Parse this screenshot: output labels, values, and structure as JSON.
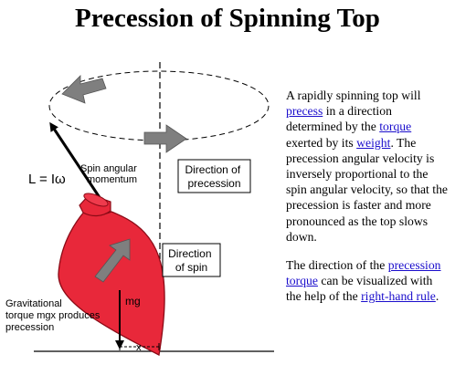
{
  "title": "Precession of Spinning Top",
  "diagram": {
    "angular_momentum_eq": "L = Iω",
    "spin_momentum_label": [
      "Spin angular",
      "momentum"
    ],
    "precession_box": [
      "Direction of",
      "precession"
    ],
    "spin_box": [
      "Direction",
      "of spin"
    ],
    "mg_label": "mg",
    "x_label": "x",
    "torque_label": [
      "Gravitational",
      "torque mgx produces",
      "precession"
    ],
    "colors": {
      "top": "#e8283a",
      "top_stroke": "#8a0a16",
      "arrow": "#7f7f7f",
      "axis": "#000000"
    }
  },
  "description": {
    "p1_before_precess": "A rapidly spinning top will ",
    "link_precess": "precess",
    "p1_mid1": " in a direction determined by the ",
    "link_torque": "torque",
    "p1_mid2": " exerted by its ",
    "link_weight": "weight",
    "p1_after": ". The precession angular velocity is inversely proportional to the spin angular velocity, so that the precession is faster and more pronounced as the top slows down.",
    "p2_before": "The direction of the ",
    "link_precession_torque": "precession torque",
    "p2_mid": " can be visualized with the help of the ",
    "link_right_hand_rule": "right-hand rule",
    "p2_after": "."
  }
}
